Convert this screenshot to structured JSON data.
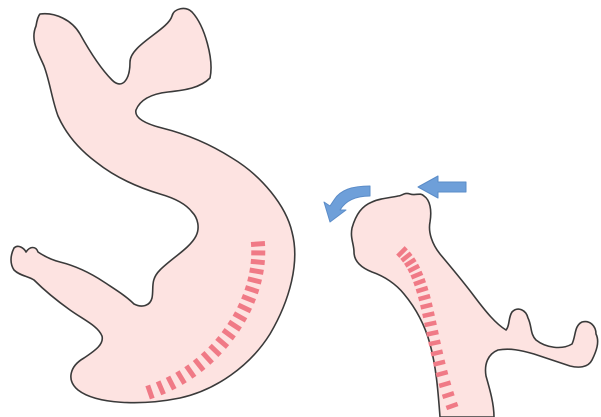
{
  "diagram": {
    "colors": {
      "background": "#ffffff",
      "body_fill": "#fde3e1",
      "outline": "#3a3a3a",
      "vertebra": "#f07a86",
      "arrow": "#6e9fd9",
      "arrow_stroke": "#5b8cc8"
    },
    "figures": [
      {
        "id": "left-figure",
        "pose": "inverted-flexed-back",
        "vertebra_segments": 20
      },
      {
        "id": "right-figure",
        "pose": "upright-head-tilted-back",
        "vertebra_segments": 19
      }
    ],
    "arrows": [
      {
        "id": "curved-arrow",
        "icon": "curved-arrow-left-down"
      },
      {
        "id": "straight-arrow",
        "icon": "arrow-left"
      }
    ]
  }
}
